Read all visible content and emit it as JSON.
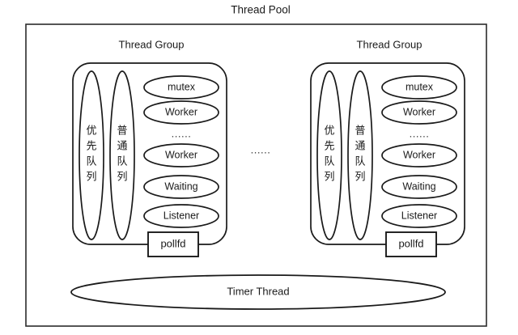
{
  "diagram": {
    "title": "Thread Pool",
    "center_ellipsis": "......",
    "groups": [
      {
        "title": "Thread Group",
        "queues": [
          {
            "label": "优先队列",
            "chars": [
              "优",
              "先",
              "队",
              "列"
            ]
          },
          {
            "label": "普通队列",
            "chars": [
              "普",
              "通",
              "队",
              "列"
            ]
          }
        ],
        "nodes": [
          {
            "label": "mutex",
            "kind": "ellipse"
          },
          {
            "label": "Worker",
            "kind": "ellipse"
          },
          {
            "label": "......",
            "kind": "ellipsis"
          },
          {
            "label": "Worker",
            "kind": "ellipse"
          },
          {
            "label": "Waiting",
            "kind": "ellipse"
          },
          {
            "label": "Listener",
            "kind": "ellipse"
          }
        ],
        "pollfd": "pollfd"
      },
      {
        "title": "Thread Group",
        "queues": [
          {
            "label": "优先队列",
            "chars": [
              "优",
              "先",
              "队",
              "列"
            ]
          },
          {
            "label": "普通队列",
            "chars": [
              "普",
              "通",
              "队",
              "列"
            ]
          }
        ],
        "nodes": [
          {
            "label": "mutex",
            "kind": "ellipse"
          },
          {
            "label": "Worker",
            "kind": "ellipse"
          },
          {
            "label": "......",
            "kind": "ellipsis"
          },
          {
            "label": "Worker",
            "kind": "ellipse"
          },
          {
            "label": "Waiting",
            "kind": "ellipse"
          },
          {
            "label": "Listener",
            "kind": "ellipse"
          }
        ],
        "pollfd": "pollfd"
      }
    ],
    "timer_thread": "Timer Thread",
    "colors": {
      "stroke": "#1a1a1a",
      "frame_stroke": "#2b2b2b",
      "background": "#ffffff",
      "text": "#1a1a1a"
    }
  }
}
